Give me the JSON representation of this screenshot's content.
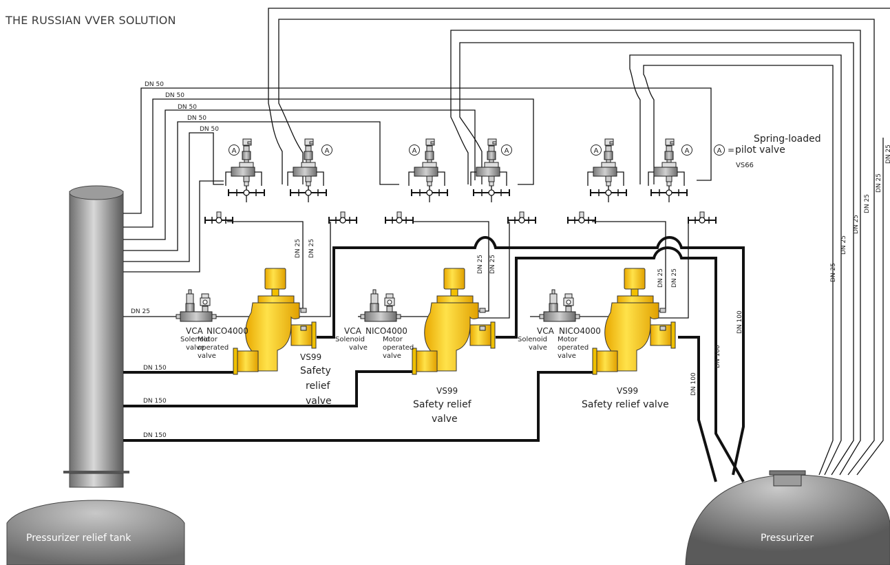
{
  "title": "THE RUSSIAN VVER SOLUTION",
  "tanks": {
    "relief_tank": "Pressurizer relief tank",
    "pressurizer": "Pressurizer"
  },
  "legend": {
    "symbol": "A",
    "eq": "=",
    "line1": "Spring-loaded",
    "line2": "pilot valve",
    "line3": "VS66"
  },
  "pipes": {
    "dn50": "DN 50",
    "dn25": "DN 25",
    "dn150": "DN 150",
    "dn100": "DN 100"
  },
  "valves": {
    "vca": "VCA",
    "solenoid": "Solenoid",
    "valve": "valve",
    "nico": "NICO4000",
    "motor": "Motor",
    "operated": "operated",
    "vs99": "VS99",
    "safety": "Safety",
    "relief": "relief",
    "safety_relief": "Safety relief",
    "safety_relief_valve": "Safety relief valve"
  },
  "colors": {
    "valve_yellow": "#f5c400",
    "tank_gray": "#9a9a9a",
    "pipe": "#111111"
  }
}
